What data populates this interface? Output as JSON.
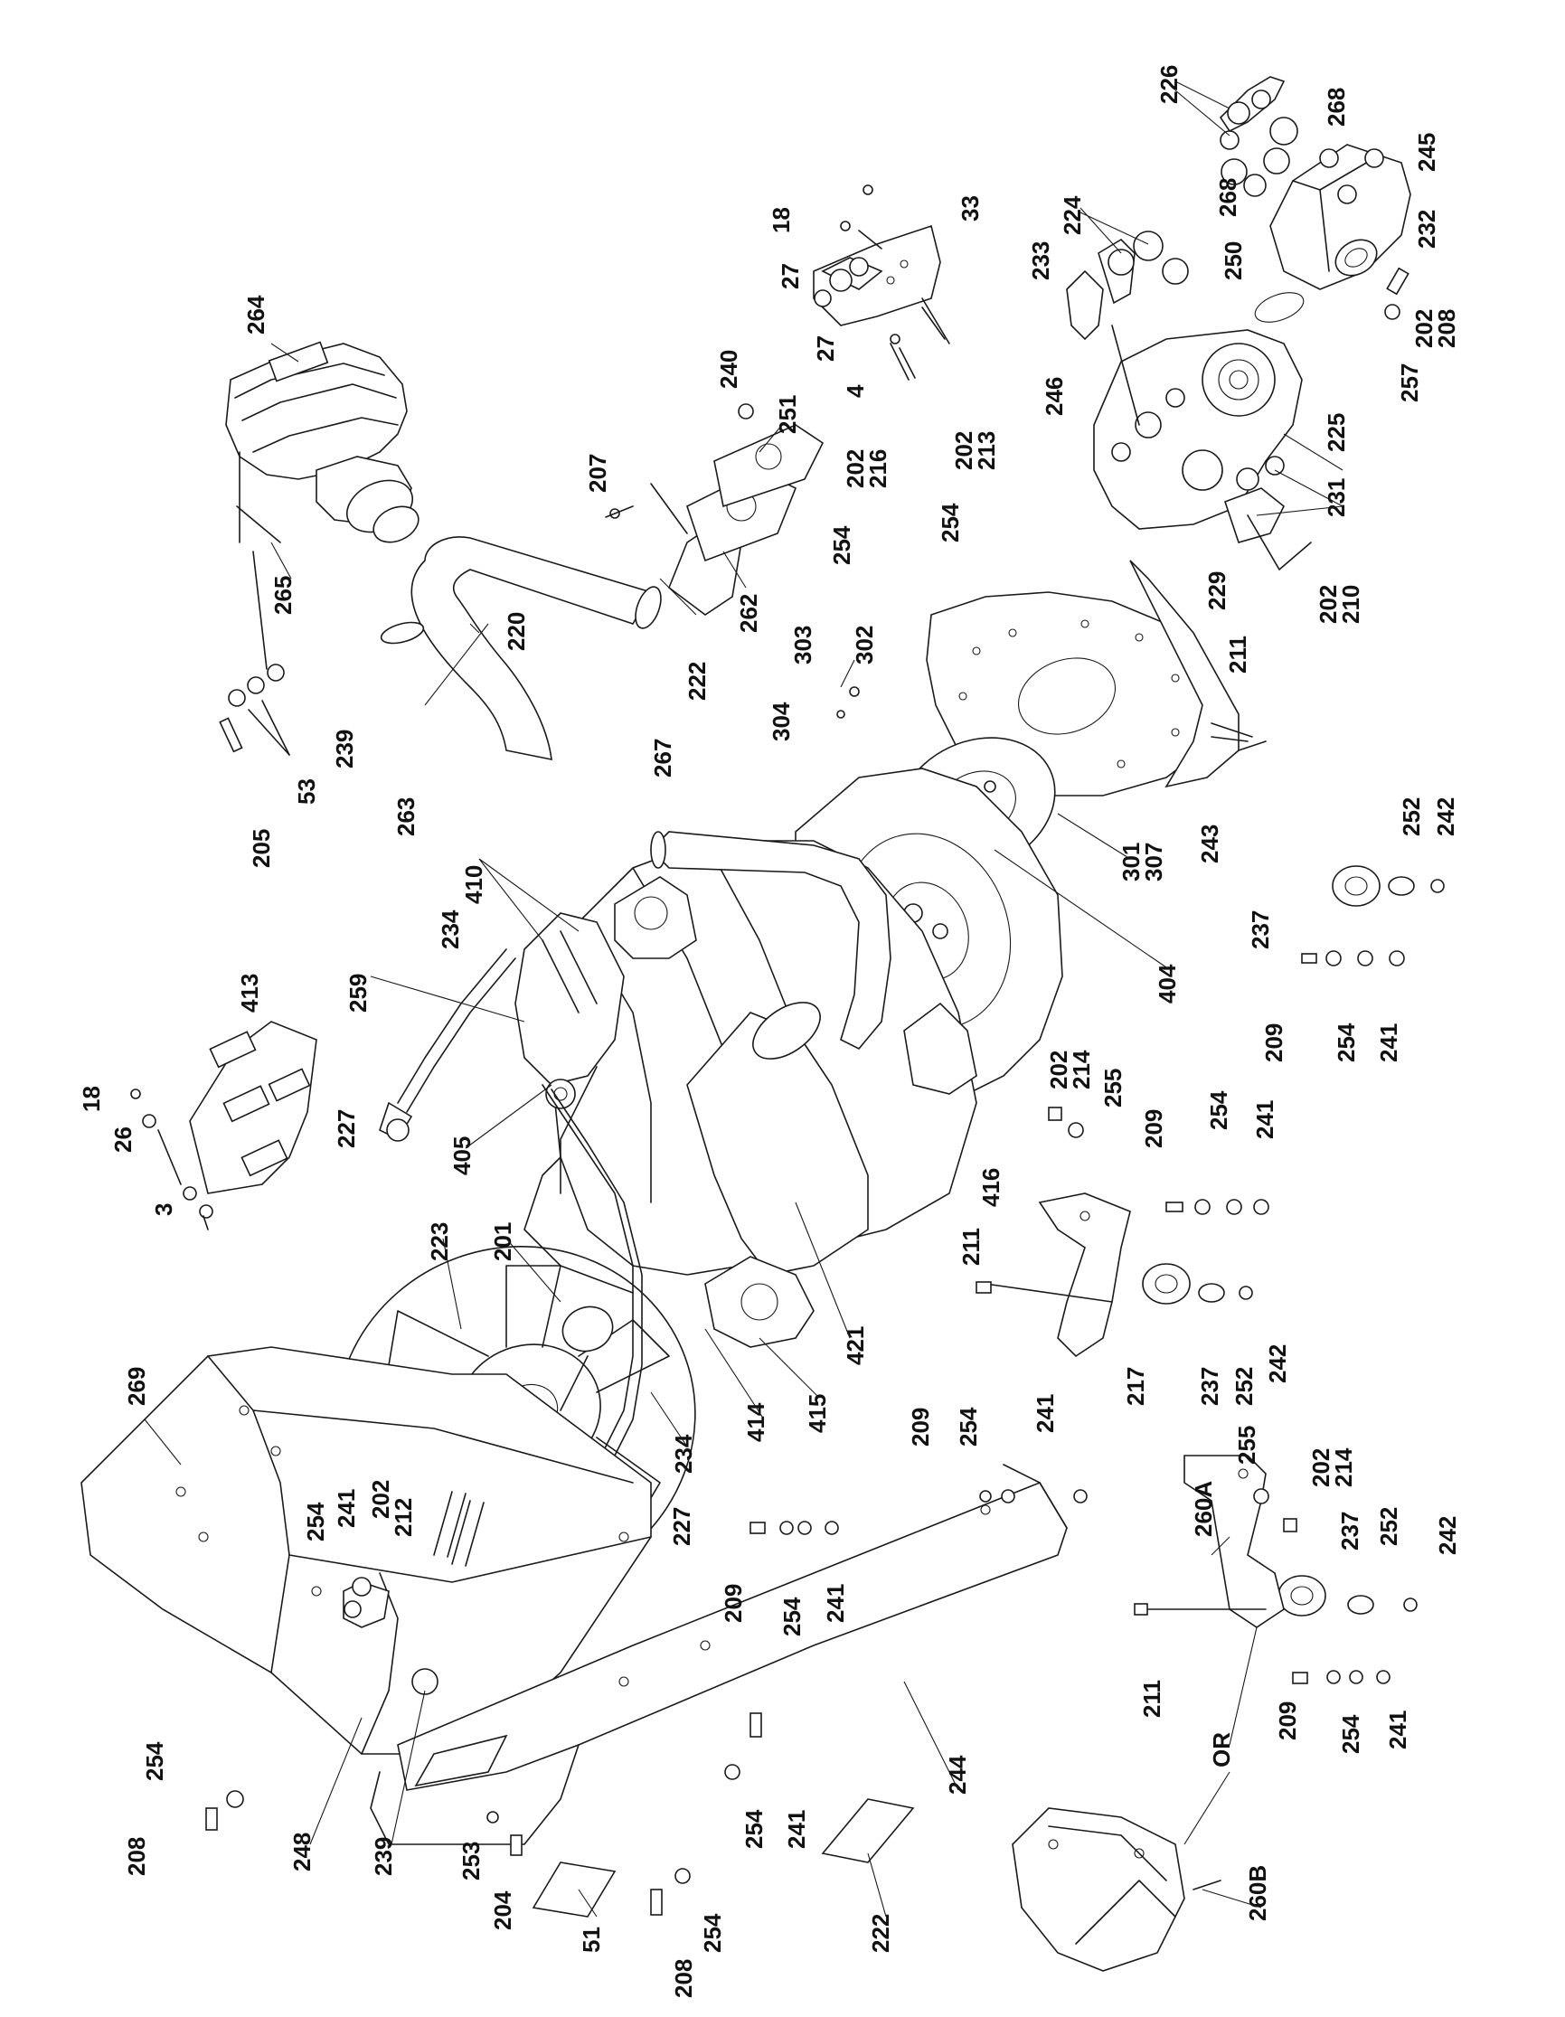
{
  "labels": {
    "l264": "264",
    "l265": "265",
    "l205": "205",
    "l53": "53",
    "l239a": "239",
    "l263": "263",
    "l220": "220",
    "l222a": "222",
    "l262": "262",
    "l207": "207",
    "l251": "251",
    "l240": "240",
    "l18a": "18",
    "l27a": "27",
    "l27b": "27",
    "l4": "4",
    "l33": "33",
    "l226": "226",
    "l268a": "268",
    "l268b": "268",
    "l245": "245",
    "l232": "232",
    "l224": "224",
    "l233": "233",
    "l250": "250",
    "l202a": "202",
    "l208a": "208",
    "l257": "257",
    "l246": "246",
    "l225": "225",
    "l231": "231",
    "l202b": "202",
    "l216": "216",
    "l202c": "202",
    "l213": "213",
    "l254a": "254",
    "l254b": "254",
    "l229": "229",
    "l202d": "202",
    "l210": "210",
    "l303": "303",
    "l304": "304",
    "l302": "302",
    "l211a": "211",
    "l267": "267",
    "l301": "301",
    "l307": "307",
    "l243": "243",
    "l252a": "252",
    "l242a": "242",
    "l237a": "237",
    "l209a": "209",
    "l254c": "254",
    "l241a": "241",
    "l404": "404",
    "l410": "410",
    "l234a": "234",
    "l259": "259",
    "l413": "413",
    "l18b": "18",
    "l26": "26",
    "l3": "3",
    "l227a": "227",
    "l202e": "202",
    "l214a": "214",
    "l255a": "255",
    "l416": "416",
    "l209b": "209",
    "l254d": "254",
    "l241b": "241",
    "l405": "405",
    "l211b": "211",
    "l217": "217",
    "l237b": "237",
    "l252b": "252",
    "l242b": "242",
    "l421": "421",
    "l223": "223",
    "l201": "201",
    "l414": "414",
    "l415": "415",
    "l234b": "234",
    "l227b": "227",
    "l269": "269",
    "l209c": "209",
    "l254e": "254",
    "l241c": "241",
    "l209d": "209",
    "l254f": "254",
    "l241d": "241",
    "l202f": "202",
    "l212": "212",
    "l254g": "254",
    "l241e": "241",
    "l260a": "260A",
    "l255b": "255",
    "l202g": "202",
    "l214b": "214",
    "l237c": "237",
    "l252c": "252",
    "l242c": "242",
    "l211c": "211",
    "l209e": "209",
    "l254h": "254",
    "l241f": "241",
    "l244": "244",
    "lOR": "OR",
    "l260b": "260B",
    "l254i": "254",
    "l208b": "208",
    "l248": "248",
    "l239b": "239",
    "l253": "253",
    "l204": "204",
    "l51": "51",
    "l208c": "208",
    "l254j": "254",
    "l254k": "254",
    "l241g": "241",
    "l222b": "222"
  }
}
